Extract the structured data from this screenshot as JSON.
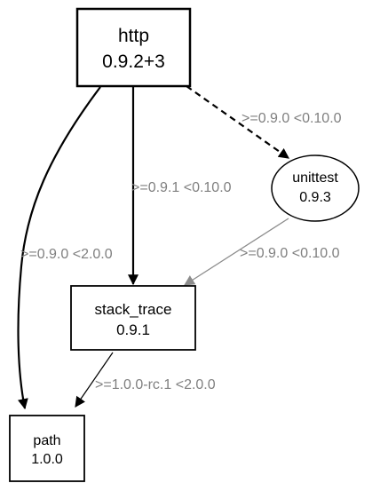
{
  "colors": {
    "node_stroke": "#000000",
    "edge_primary": "#000000",
    "edge_secondary": "#8c8c8c",
    "edge_label": "#7f7f7f",
    "background": "#ffffff"
  },
  "nodes": {
    "http": {
      "name": "http",
      "version": "0.9.2+3"
    },
    "unittest": {
      "name": "unittest",
      "version": "0.9.3"
    },
    "stack_trace": {
      "name": "stack_trace",
      "version": "0.9.1"
    },
    "path": {
      "name": "path",
      "version": "1.0.0"
    }
  },
  "edges": {
    "http_unittest": {
      "label": ">=0.9.0 <0.10.0",
      "style": "dashed"
    },
    "http_stack_trace": {
      "label": ">=0.9.1 <0.10.0",
      "style": "solid"
    },
    "http_path": {
      "label": ">=0.9.0 <2.0.0",
      "style": "solid"
    },
    "unittest_stack_trace": {
      "label": ">=0.9.0 <0.10.0",
      "style": "solid-gray"
    },
    "stack_trace_path": {
      "label": ">=1.0.0-rc.1 <2.0.0",
      "style": "solid-thin"
    }
  }
}
